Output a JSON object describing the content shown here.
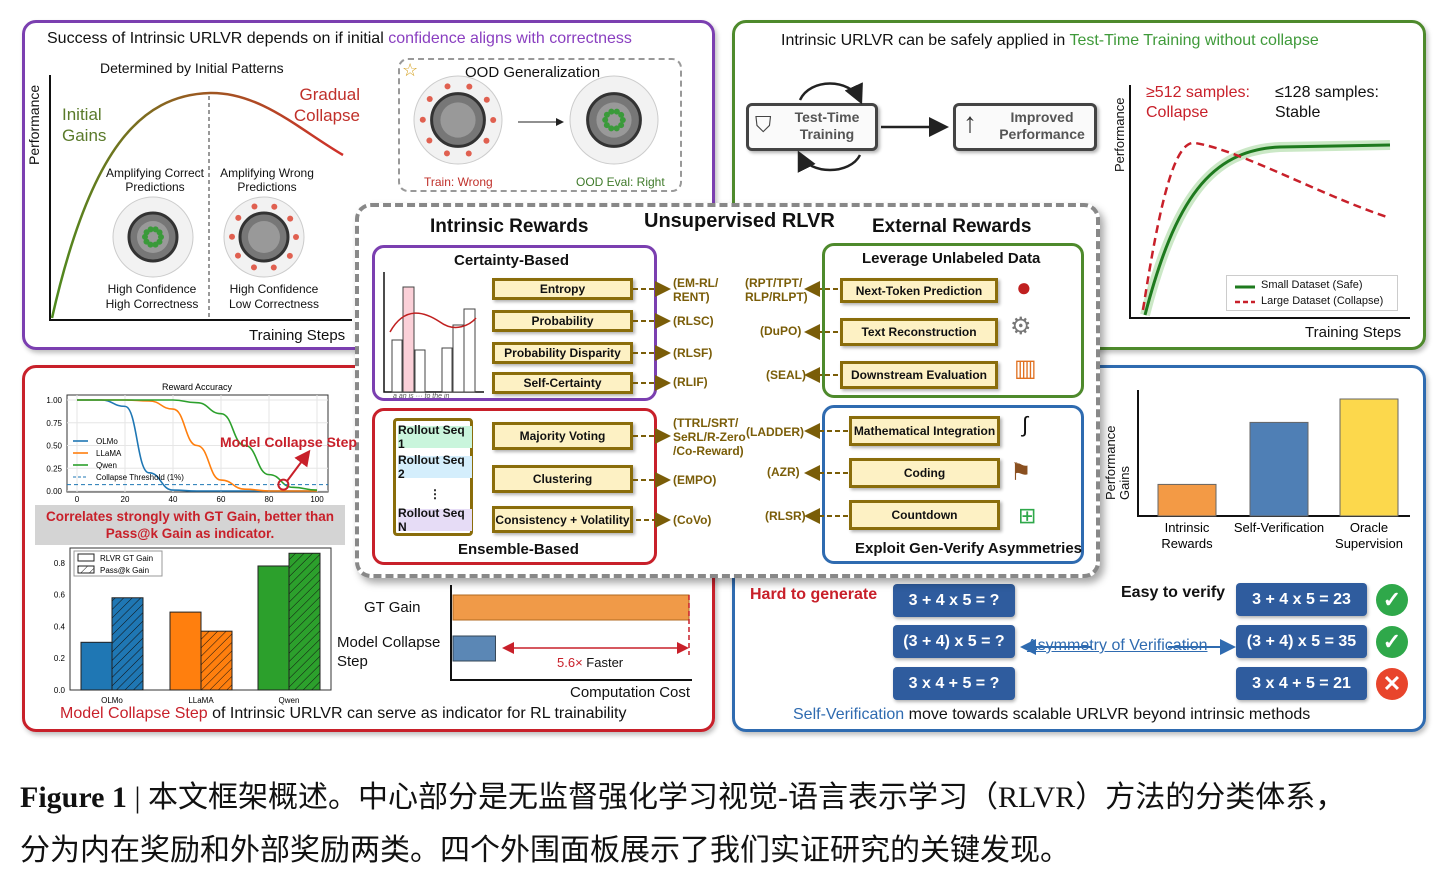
{
  "panel_tl": {
    "title_prefix": "Success of Intrinsic URLVR depends on if initial",
    "title_highlight": "confidence aligns with correctness",
    "subtitle": "Determined by Initial Patterns",
    "ylabel": "Performance",
    "xlabel": "Training Steps",
    "initial_gains": "Initial Gains",
    "gradual_collapse": "Gradual Collapse",
    "amp_correct": "Amplifying Correct Predictions",
    "amp_wrong": "Amplifying Wrong Predictions",
    "hc_hc": "High Confidence High Correctness",
    "hc_lc": "High Confidence Low Correctness",
    "ood_title": "OOD Generalization",
    "train_wrong": "Train: Wrong",
    "ood_right": "OOD Eval: Right",
    "colors": {
      "border": "#7b3fb0",
      "highlight": "#8a3fc0",
      "initial_gains": "#5a7a2a",
      "collapse": "#c0302a"
    }
  },
  "panel_tr": {
    "title_prefix": "Intrinsic URLVR can be safely applied in",
    "title_highlight": "Test-Time Training without collapse",
    "ttt": "Test-Time Training",
    "improved": "Improved Performance",
    "ylabel": "Performance",
    "xlabel": "Training Steps",
    "collapse_label": "≥512 samples:",
    "collapse_word": "Collapse",
    "stable_label": "≤128 samples:",
    "stable_word": "Stable",
    "legend": [
      "Small Dataset (Safe)",
      "Large Dataset (Collapse)"
    ],
    "colors": {
      "border": "#4e8a2c",
      "highlight": "#3f9a3a",
      "safe": "#1e7a1e",
      "collapse": "#c8202a"
    }
  },
  "center": {
    "title": "Unsupervised RLVR",
    "intrinsic": "Intrinsic Rewards",
    "external": "External Rewards",
    "certainty": {
      "title": "Certainty-Based",
      "items": [
        "Entropy",
        "Probability",
        "Probability Disparity",
        "Self-Certainty"
      ],
      "methods": [
        "(EM-RL/\nRENT)",
        "(RLSC)",
        "(RLSF)",
        "(RLIF)"
      ],
      "hist_labels": "a  an  is  ···  to  the  in"
    },
    "ensemble": {
      "title": "Ensemble-Based",
      "rollouts": [
        "Rollout Seq 1",
        "Rollout Seq 2",
        "⋮",
        "Rollout Seq N"
      ],
      "items": [
        "Majority Voting",
        "Clustering",
        "Consistency + Volatility"
      ],
      "methods": [
        "(TTRL/SRT/\nSeRL/R-Zero\n/Co-Reward)",
        "(EMPO)",
        "(CoVo)"
      ]
    },
    "unlabeled": {
      "title": "Leverage Unlabeled Data",
      "items": [
        "Next-Token Prediction",
        "Text Reconstruction",
        "Downstream Evaluation"
      ],
      "methods": [
        "(RPT/TPT/\nRLP/RLPT)",
        "(DuPO)",
        "(SEAL)"
      ]
    },
    "genverify": {
      "title": "Exploit Gen-Verify Asymmetries",
      "items": [
        "Mathematical Integration",
        "Coding",
        "Countdown"
      ],
      "methods": [
        "(LADDER)",
        "(AZR)",
        "(RLSR)"
      ]
    }
  },
  "panel_bl": {
    "banner": "Correlates strongly with GT Gain, better than Pass@k Gain as indicator.",
    "mcs_annotation": "Model Collapse Step",
    "gt_gain": "GT Gain",
    "mcs_label": "Model Collapse Step",
    "faster_num": "5.6×",
    "faster": "Faster",
    "cost": "Computation Cost",
    "bottom_highlight": "Model Collapse Step",
    "bottom_rest": "of Intrinsic URLVR can serve as indicator for RL trainability",
    "colors": {
      "border": "#c8202a"
    }
  },
  "panel_br": {
    "ylabel": "Performance Gains",
    "hard": "Hard to generate",
    "easy": "Easy to verify",
    "asym": "Asymmetry of Verification",
    "problems": [
      "3 + 4 x 5 = ?",
      "(3 + 4) x 5 = ?",
      "3 x 4 + 5 = ?"
    ],
    "answers": [
      "3 + 4 x 5 = 23",
      "(3 + 4) x 5 = 35",
      "3 x 4 + 5 = 21"
    ],
    "verdicts": [
      "correct",
      "correct",
      "wrong"
    ],
    "bottom_highlight": "Self-Verification",
    "bottom_rest": "move towards scalable URLVR beyond intrinsic methods",
    "colors": {
      "border": "#2f6bb0",
      "problem_box": "#2f5c9e",
      "check": "#2fa84a",
      "cross": "#e8452c"
    }
  },
  "caption": {
    "label": "Figure 1",
    "sep": "|",
    "line1": "本文框架概述。中心部分是无监督强化学习视觉-语言表示学习（RLVR）方法的分类体系，",
    "line2": "分为内在奖励和外部奖励两类。四个外围面板展示了我们实证研究的关键发现。"
  },
  "chart_data": [
    {
      "type": "line",
      "title": "Reward Accuracy",
      "x": [
        0,
        10,
        20,
        30,
        40,
        50,
        60,
        70,
        80,
        90,
        100
      ],
      "xlim": [
        0,
        100
      ],
      "ylim": [
        0,
        1
      ],
      "xticks": [
        "0",
        "20",
        "40",
        "60",
        "80",
        "100"
      ],
      "yticks": [
        "0.00",
        "0.25",
        "0.50",
        "0.75",
        "1.00"
      ],
      "grid": true,
      "legend": "left",
      "series": [
        {
          "name": "OLMo",
          "color": "#1f77b4",
          "values": [
            1,
            1,
            0.93,
            0.2,
            0.01,
            0,
            0,
            0,
            0,
            0,
            0
          ]
        },
        {
          "name": "LLaMA",
          "color": "#ff7f0e",
          "values": [
            1,
            1,
            1,
            0.99,
            0.9,
            0.5,
            0.12,
            0.02,
            0,
            0,
            0
          ]
        },
        {
          "name": "Qwen",
          "color": "#2ca02c",
          "values": [
            1,
            1,
            1,
            1,
            1,
            0.97,
            0.85,
            0.5,
            0.18,
            0.04,
            0.01
          ]
        }
      ],
      "threshold": {
        "name": "Collapse Threshold (1%)",
        "value": 0.07,
        "color": "#1f77b4"
      },
      "marker_x": 86
    },
    {
      "type": "bar",
      "categories": [
        "OLMo",
        "LLaMA",
        "Qwen"
      ],
      "ylim": [
        0,
        0.88
      ],
      "yticks": [
        "0.0",
        "0.2",
        "0.4",
        "0.6",
        "0.8"
      ],
      "legend": "top-left",
      "colors": [
        "#1f77b4",
        "#ff7f0e",
        "#2ca02c"
      ],
      "series": [
        {
          "name": "RLVR GT Gain",
          "values": [
            0.3,
            0.49,
            0.78
          ]
        },
        {
          "name": "Pass@k Gain",
          "hatched": true,
          "values": [
            0.58,
            0.37,
            0.86
          ]
        }
      ]
    },
    {
      "type": "bar",
      "orientation": "horizontal",
      "categories": [
        "GT Gain",
        "Model Collapse Step"
      ],
      "values": [
        1,
        0.18
      ],
      "colors": [
        "#f09a48",
        "#5b87b5"
      ],
      "xlabel": "Computation Cost"
    },
    {
      "type": "bar",
      "categories": [
        "Intrinsic Rewards",
        "Self-Verification",
        "Oracle Supervision"
      ],
      "values": [
        0.27,
        0.8,
        1.0
      ],
      "colors": [
        "#f39a45",
        "#4f7fb5",
        "#fcd84c"
      ],
      "ylabel": "Performance Gains"
    }
  ]
}
